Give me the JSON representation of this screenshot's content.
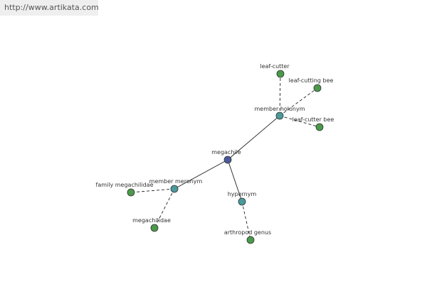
{
  "watermark": "http://www.artikata.com",
  "colors": {
    "center": "#4a5a9a",
    "relation": "#4a9a9a",
    "leaf": "#4a9a4a"
  },
  "nodes": [
    {
      "id": "megachile",
      "label": "megachile",
      "kind": "center"
    },
    {
      "id": "member-holonym",
      "label": "member holonym",
      "kind": "relation"
    },
    {
      "id": "member-meronym",
      "label": "member meronym",
      "kind": "relation"
    },
    {
      "id": "hypernym",
      "label": "hypernym",
      "kind": "relation"
    },
    {
      "id": "leaf-cutter",
      "label": "leaf-cutter",
      "kind": "leaf"
    },
    {
      "id": "leaf-cutting-bee",
      "label": "leaf-cutting bee",
      "kind": "leaf"
    },
    {
      "id": "leaf-cutter-bee",
      "label": "leaf-cutter bee",
      "kind": "leaf"
    },
    {
      "id": "family-megachilidae",
      "label": "family megachilidae",
      "kind": "leaf"
    },
    {
      "id": "megachilidae",
      "label": "megachilidae",
      "kind": "leaf"
    },
    {
      "id": "arthropod-genus",
      "label": "arthropod genus",
      "kind": "leaf"
    }
  ],
  "edges": [
    {
      "from": "megachile",
      "to": "member-holonym",
      "style": "solid"
    },
    {
      "from": "megachile",
      "to": "member-meronym",
      "style": "solid"
    },
    {
      "from": "megachile",
      "to": "hypernym",
      "style": "solid"
    },
    {
      "from": "member-holonym",
      "to": "leaf-cutter",
      "style": "dashed"
    },
    {
      "from": "member-holonym",
      "to": "leaf-cutting-bee",
      "style": "dashed"
    },
    {
      "from": "member-holonym",
      "to": "leaf-cutter-bee",
      "style": "dashed"
    },
    {
      "from": "member-meronym",
      "to": "family-megachilidae",
      "style": "dashed"
    },
    {
      "from": "member-meronym",
      "to": "megachilidae",
      "style": "dashed"
    },
    {
      "from": "hypernym",
      "to": "arthropod-genus",
      "style": "dashed"
    }
  ]
}
